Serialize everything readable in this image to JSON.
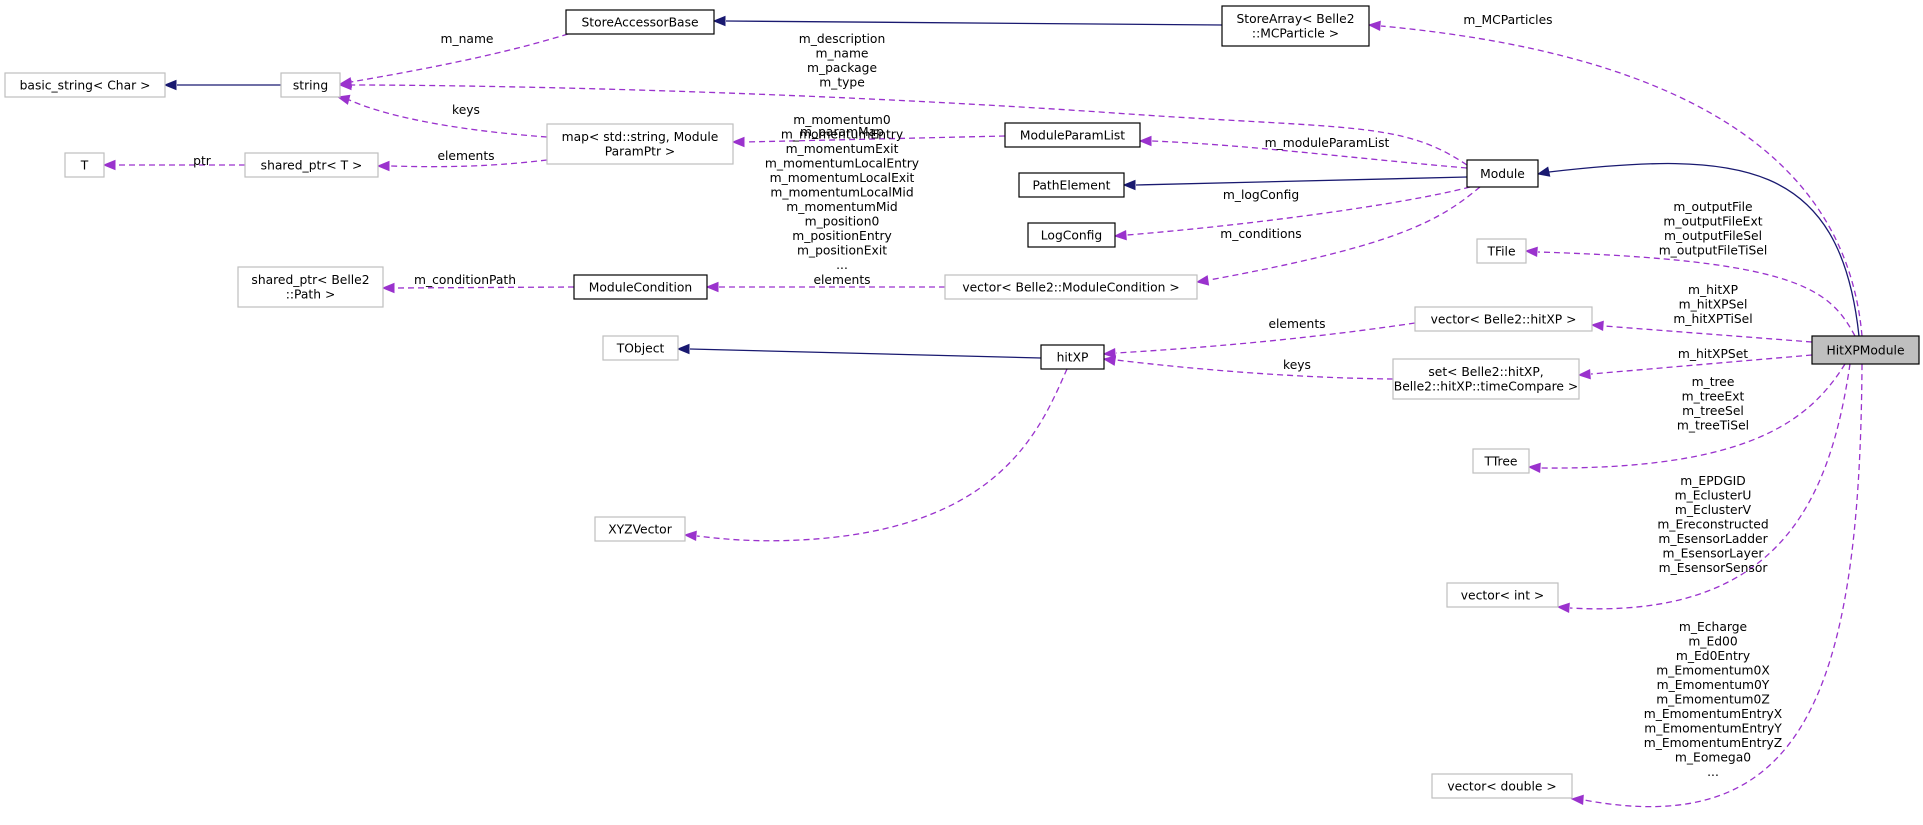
{
  "colors": {
    "inheritance_edge": "#191970",
    "usage_edge": "#9a32cd",
    "documented_border": "#000000",
    "undocumented_border": "#bfbfbf",
    "focus_fill": "#bfbfbf"
  },
  "nodes": {
    "hitxpmodule": [
      "HitXPModule"
    ],
    "module": [
      "Module"
    ],
    "storearray": [
      "StoreArray< Belle2",
      "::MCParticle >"
    ],
    "storeaccessorbase": [
      "StoreAccessorBase"
    ],
    "string": [
      "string"
    ],
    "basic_string": [
      "basic_string< Char >"
    ],
    "map": [
      "map< std::string, Module",
      "ParamPtr >"
    ],
    "shared_ptr_t": [
      "shared_ptr< T >"
    ],
    "t": [
      "T"
    ],
    "moduleparamlist": [
      "ModuleParamList"
    ],
    "pathelement": [
      "PathElement"
    ],
    "logconfig": [
      "LogConfig"
    ],
    "shared_ptr_path": [
      "shared_ptr< Belle2",
      "::Path >"
    ],
    "modulecondition": [
      "ModuleCondition"
    ],
    "vector_modulecondition": [
      "vector< Belle2::ModuleCondition >"
    ],
    "tobject": [
      "TObject"
    ],
    "hitxp": [
      "hitXP"
    ],
    "vector_hitxp": [
      "vector< Belle2::hitXP >"
    ],
    "set_hitxp": [
      "set< Belle2::hitXP,",
      "Belle2::hitXP::timeCompare >"
    ],
    "tfile": [
      "TFile"
    ],
    "ttree": [
      "TTree"
    ],
    "xyzvector": [
      "XYZVector"
    ],
    "vector_int": [
      "vector< int >"
    ],
    "vector_double": [
      "vector< double >"
    ]
  },
  "edge_labels": {
    "m_name": [
      "m_name"
    ],
    "m_mcparticles": [
      "m_MCParticles"
    ],
    "module_strings": [
      "m_description",
      "m_name",
      "m_package",
      "m_type"
    ],
    "keys_map": [
      "keys"
    ],
    "ptr": [
      "ptr"
    ],
    "elements_map": [
      "elements"
    ],
    "m_parammap": [
      "m_paramMap"
    ],
    "m_moduleparamlist": [
      "m_moduleParamList"
    ],
    "m_logconfig": [
      "m_logConfig"
    ],
    "m_conditions": [
      "m_conditions"
    ],
    "m_conditionpath": [
      "m_conditionPath"
    ],
    "elements_cond": [
      "elements"
    ],
    "tfile_members": [
      "m_outputFile",
      "m_outputFileExt",
      "m_outputFileSel",
      "m_outputFileTiSel"
    ],
    "hitxp_members": [
      "m_hitXP",
      "m_hitXPSel",
      "m_hitXPTiSel"
    ],
    "elements_hitxp": [
      "elements"
    ],
    "keys_set": [
      "keys"
    ],
    "m_hitxpset": [
      "m_hitXPSet"
    ],
    "ttree_members": [
      "m_tree",
      "m_treeExt",
      "m_treeSel",
      "m_treeTiSel"
    ],
    "xyz_members": [
      "m_momentum0",
      "m_momentumEntry",
      "m_momentumExit",
      "m_momentumLocalEntry",
      "m_momentumLocalExit",
      "m_momentumLocalMid",
      "m_momentumMid",
      "m_position0",
      "m_positionEntry",
      "m_positionExit",
      "..."
    ],
    "int_members": [
      "m_EPDGID",
      "m_EclusterU",
      "m_EclusterV",
      "m_Ereconstructed",
      "m_EsensorLadder",
      "m_EsensorLayer",
      "m_EsensorSensor"
    ],
    "double_members": [
      "m_Echarge",
      "m_Ed00",
      "m_Ed0Entry",
      "m_Emomentum0X",
      "m_Emomentum0Y",
      "m_Emomentum0Z",
      "m_EmomentumEntryX",
      "m_EmomentumEntryY",
      "m_EmomentumEntryZ",
      "m_Eomega0",
      "..."
    ]
  }
}
